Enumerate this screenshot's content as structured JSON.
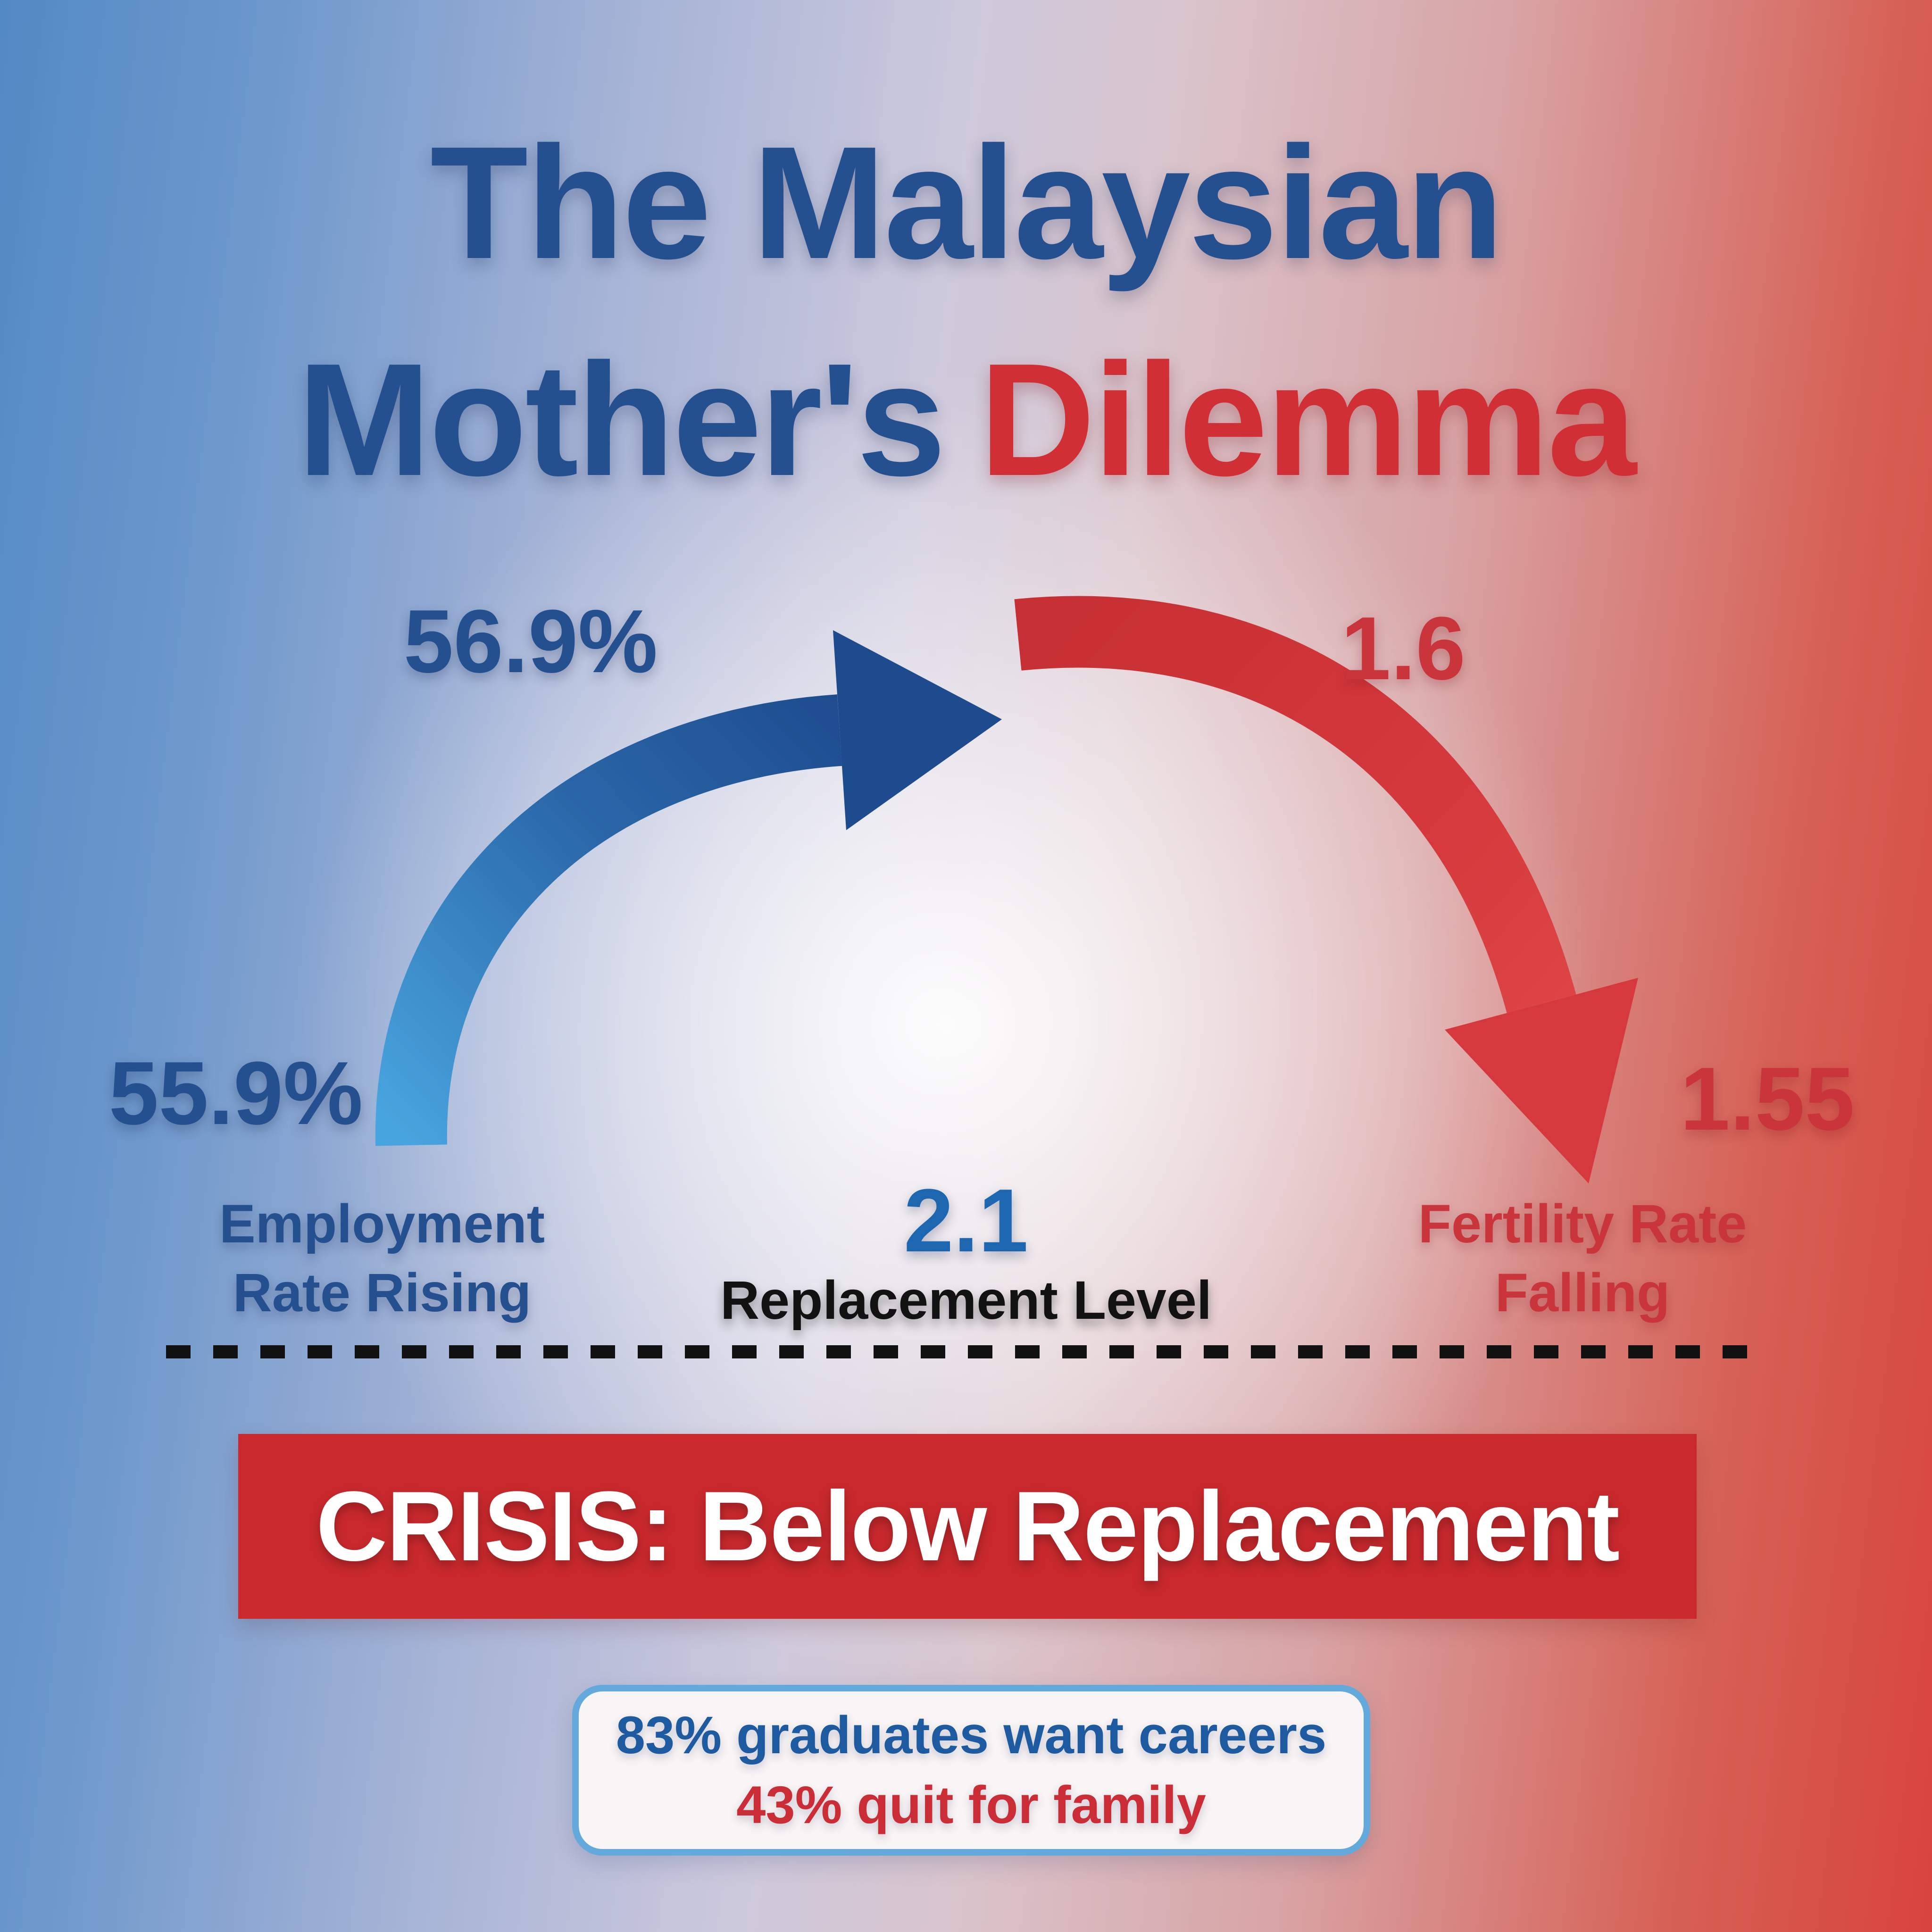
{
  "title": {
    "line1": "The Malaysian",
    "line2_part1": "Mother's",
    "line2_part2": "Dilemma"
  },
  "employment": {
    "start_value": "55.9%",
    "end_value": "56.9%",
    "caption_line1": "Employment",
    "caption_line2": "Rate Rising"
  },
  "fertility": {
    "start_value": "1.6",
    "end_value": "1.55",
    "caption_line1": "Fertility Rate",
    "caption_line2": "Falling"
  },
  "replacement": {
    "value": "2.1",
    "caption": "Replacement Level"
  },
  "banner": {
    "text": "CRISIS: Below Replacement"
  },
  "stats_card": {
    "line1": "83% graduates want careers",
    "line2": "43% quit for family"
  },
  "colors": {
    "title_blue": "#24508f",
    "title_red": "#d02f35",
    "number_red": "#c9353b",
    "value_blue_bright": "#1d66b0",
    "arrow_blue_dark": "#1d4b8e",
    "arrow_blue_light": "#48a4de",
    "arrow_blue_mid": "#2a67a8",
    "arrow_red": "#d5393d",
    "arrow_red_dark": "#c62f33",
    "arrow_red_light": "#e14a49",
    "banner_red": "#c9292d",
    "banner_text": "#ffffff",
    "caption_black": "#121212",
    "dash_black": "#111111",
    "card_bg": "#f9f5f6",
    "card_border": "#63a9dc",
    "card_blue": "#1d5aa0",
    "card_red": "#cb2d36"
  }
}
